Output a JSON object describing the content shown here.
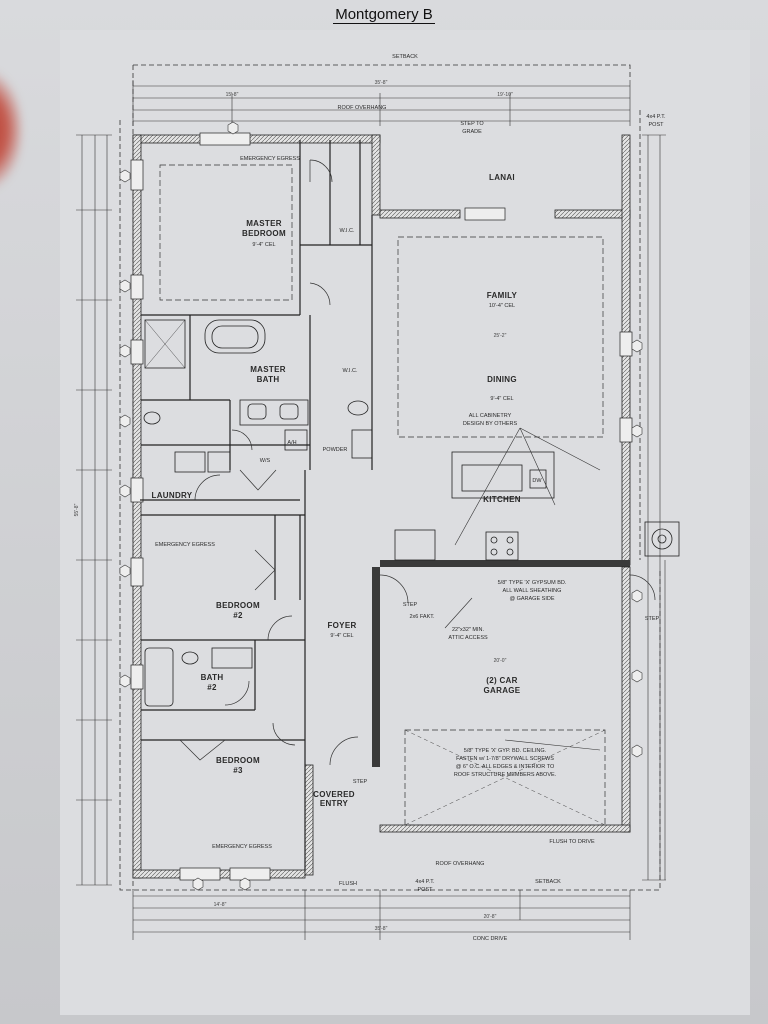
{
  "title": "Montgomery B",
  "rooms": {
    "master_bedroom": [
      "MASTER",
      "BEDROOM"
    ],
    "master_bedroom_ceiling": "9'-4\" CEL",
    "emergency_egress": "EMERGENCY EGRESS",
    "wic": "W.I.C.",
    "lanai": "LANAI",
    "family": "FAMILY",
    "family_ceiling": "10'-4\" CEL",
    "master_bath": [
      "MASTER",
      "BATH"
    ],
    "dining": "DINING",
    "dining_ceiling": "9'-4\" CEL",
    "cabinetry_note": [
      "ALL CABINETRY",
      "DESIGN BY OTHERS"
    ],
    "powder": "POWDER",
    "ah": "A/H",
    "ws": "W/S",
    "laundry": "LAUNDRY",
    "kitchen": "KITCHEN",
    "dw": "DW",
    "bedroom2": [
      "BEDROOM",
      "#2"
    ],
    "bedroom3": [
      "BEDROOM",
      "#3"
    ],
    "foyer": "FOYER",
    "foyer_ceiling": "9'-4\" CEL",
    "bath2": [
      "BATH",
      "#2"
    ],
    "garage": [
      "(2) CAR",
      "GARAGE"
    ],
    "garage_wall_note": [
      "5/8\" TYPE 'X' GYPSUM BD.",
      "ALL WALL SHEATHING",
      "@ GARAGE SIDE"
    ],
    "attic_access": [
      "22\"x32\" MIN.",
      "ATTIC ACCESS"
    ],
    "garage_ceiling_note": [
      "5/8\" TYPE 'X' GYP. BD. CEILING.",
      "FASTEN w/ 1-7/8\" DRYWALL SCREWS",
      "@ 6\" O.C. ALL EDGES & INTERIOR TO",
      "ROOF STRUCTURE MEMBERS ABOVE."
    ],
    "covered_entry": [
      "COVERED",
      "ENTRY"
    ],
    "step": "STEP",
    "flush_to_drive": "FLUSH TO DRIVE",
    "roof_overhang": "ROOF OVERHANG",
    "setback": "SETBACK",
    "step_to_grade": [
      "STEP TO",
      "GRADE"
    ],
    "post": [
      "4x4 P.T.",
      "POST"
    ],
    "conc_drive": "CONC DRIVE",
    "flush": "FLUSH",
    "stair_fakt": "2x6 FAKT."
  },
  "dimensions": {
    "overall_top": "35'-8\"",
    "top2": "15'-8\"",
    "top3": "19'-10\"",
    "left_overall": "55'-8\"",
    "bottom_overall": "35'-8\"",
    "bottom2": "20'-8\"",
    "bottom3": "14'-8\"",
    "family_width": "25'-2\"",
    "garage_width": "20'-0\""
  }
}
